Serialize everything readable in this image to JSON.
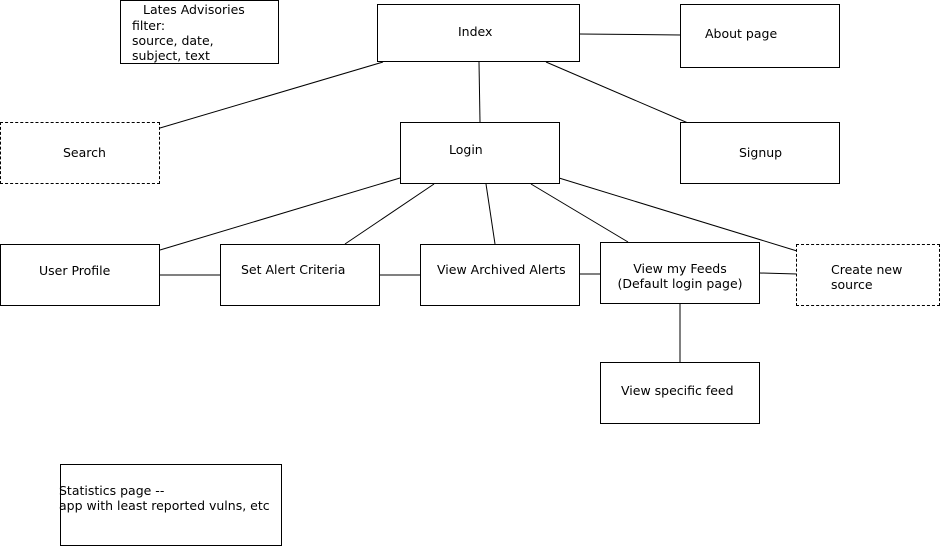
{
  "diagram": {
    "nodes": {
      "latest_advisories": {
        "title": "Lates Advisories",
        "body": "filter:\nsource, date,\nsubject, text"
      },
      "index": {
        "label": "Index"
      },
      "about": {
        "label": "About page"
      },
      "search": {
        "label": "Search",
        "style": "dashed"
      },
      "login": {
        "label": "Login"
      },
      "signup": {
        "label": "Signup"
      },
      "user_profile": {
        "label": "User Profile"
      },
      "set_alert": {
        "label": "Set Alert Criteria"
      },
      "archived_alerts": {
        "label": "View Archived Alerts"
      },
      "my_feeds": {
        "label": "View my Feeds\n(Default login page)"
      },
      "create_source": {
        "label": "Create new\nsource",
        "style": "dashed"
      },
      "specific_feed": {
        "label": "View specific feed"
      },
      "statistics": {
        "label": "Statistics page --\napp with least reported vulns, etc"
      }
    },
    "edges": [
      [
        "index",
        "about"
      ],
      [
        "index",
        "search"
      ],
      [
        "index",
        "login"
      ],
      [
        "index",
        "signup"
      ],
      [
        "login",
        "user_profile"
      ],
      [
        "login",
        "set_alert"
      ],
      [
        "login",
        "archived_alerts"
      ],
      [
        "login",
        "my_feeds"
      ],
      [
        "login",
        "create_source"
      ],
      [
        "user_profile",
        "set_alert"
      ],
      [
        "set_alert",
        "archived_alerts"
      ],
      [
        "archived_alerts",
        "my_feeds"
      ],
      [
        "my_feeds",
        "create_source"
      ],
      [
        "my_feeds",
        "specific_feed"
      ]
    ],
    "colors": {
      "stroke": "#000000",
      "fill": "#ffffff"
    }
  }
}
